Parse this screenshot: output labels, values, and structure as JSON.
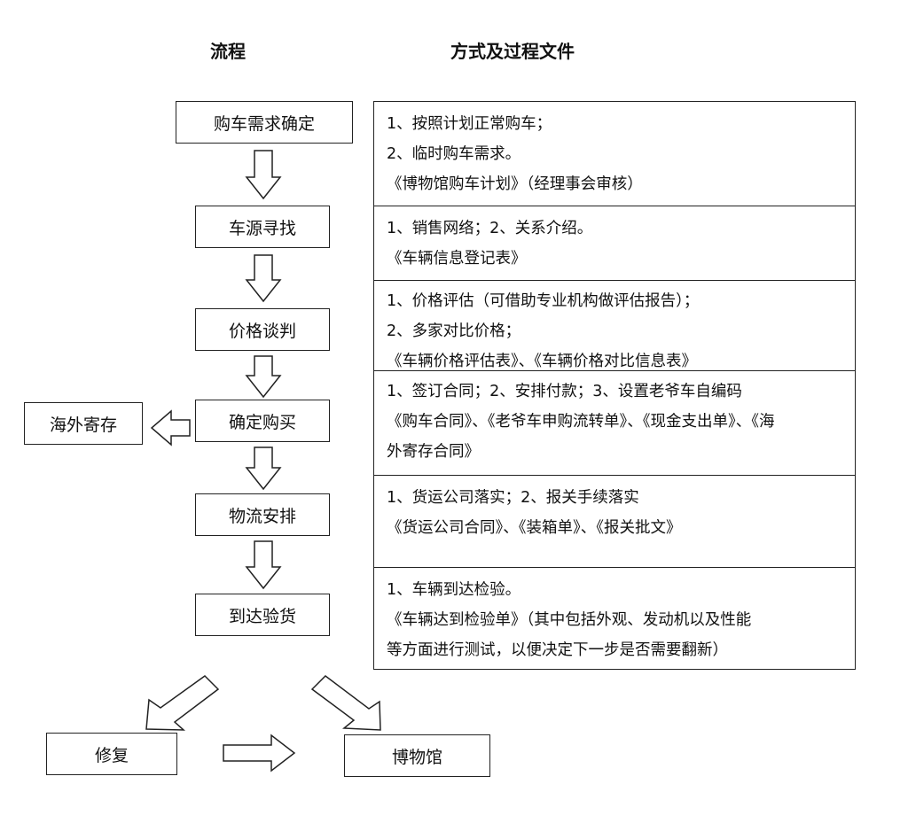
{
  "headers": {
    "process": "流程",
    "docs": "方式及过程文件"
  },
  "steps": [
    {
      "label": "购车需求确定"
    },
    {
      "label": "车源寻找"
    },
    {
      "label": "价格谈判"
    },
    {
      "label": "确定购买"
    },
    {
      "label": "物流安排"
    },
    {
      "label": "到达验货"
    }
  ],
  "side_branch": {
    "label": "海外寄存"
  },
  "outcomes": {
    "repair": "修复",
    "museum": "博物馆"
  },
  "descriptions": [
    {
      "lines": [
        "1、按照计划正常购车；",
        "2、临时购车需求。",
        "《博物馆购车计划》（经理事会审核）"
      ]
    },
    {
      "lines": [
        "1、销售网络；2、关系介绍。",
        "《车辆信息登记表》"
      ]
    },
    {
      "lines": [
        "1、价格评估（可借助专业机构做评估报告）；",
        "  2、多家对比价格；",
        "《车辆价格评估表》、《车辆价格对比信息表》"
      ]
    },
    {
      "lines": [
        "1、签订合同；2、安排付款；3、设置老爷车自编码",
        "《购车合同》、《老爷车申购流转单》、《现金支出单》、《海",
        "外寄存合同》"
      ]
    },
    {
      "lines": [
        "1、货运公司落实；2、报关手续落实",
        "《货运公司合同》、《装箱单》、《报关批文》"
      ]
    },
    {
      "lines": [
        "1、车辆到达检验。",
        "《车辆达到检验单》（其中包括外观、发动机以及性能",
        "等方面进行测试，以便决定下一步是否需要翻新）"
      ]
    }
  ]
}
